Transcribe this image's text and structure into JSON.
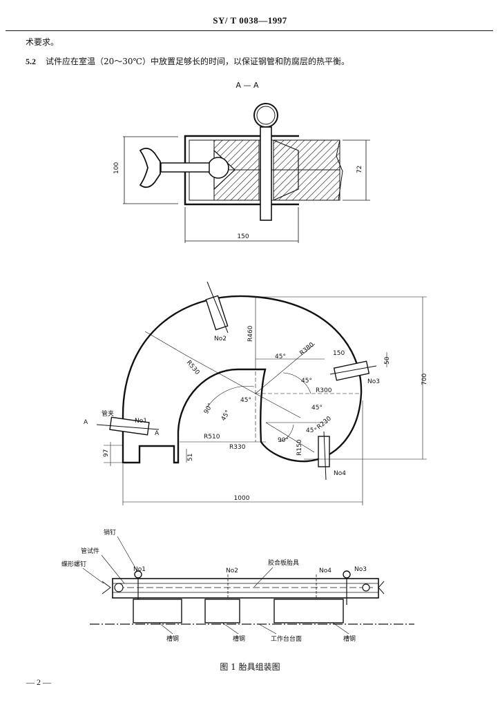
{
  "header": {
    "standard_no": "SY/ T 0038—1997"
  },
  "body_text": {
    "line1": "术要求。",
    "clause_no": "5.2",
    "clause_text": "试件应在室温（20～30℃）中放置足够长的时间，以保证钢管和防腐层的热平衡。"
  },
  "section_view": {
    "title": "A — A",
    "dims": {
      "height_outer": "100",
      "height_inner": "72",
      "width": "150"
    }
  },
  "plan_view": {
    "labels": {
      "no1": "No1",
      "no2": "No2",
      "no3": "No3",
      "no4": "No4",
      "pipe_clamp": "管夹",
      "section_mark": "A"
    },
    "dims": {
      "r460": "R460",
      "r530": "R530",
      "r380": "R380",
      "r300": "R300",
      "r230": "R230",
      "r510": "R510",
      "r330": "R330",
      "r150": "R150",
      "d150": "150",
      "d50": "50",
      "d700": "700",
      "d1000": "1000",
      "d97": "97",
      "d51": "51",
      "a45": "45°",
      "a90": "90°"
    }
  },
  "side_view": {
    "labels": {
      "pin": "销钉",
      "test_pipe": "管试件",
      "wing_bolt": "蝶形螺钉",
      "fixture": "胶合板胎具",
      "channel": "槽钢",
      "worktable": "工作台台面",
      "no1": "No1",
      "no2": "No2",
      "no3": "No3",
      "no4": "No4"
    }
  },
  "figure_caption": "图 1   胎具组装图",
  "page_number": "— 2 —"
}
